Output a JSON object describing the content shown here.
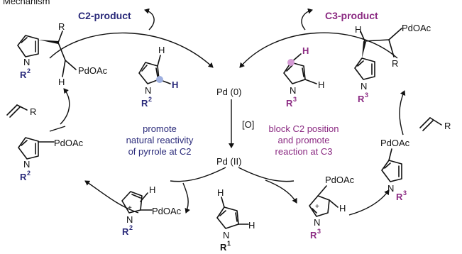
{
  "header_text": "Mechanism",
  "colors": {
    "navy": "#2a2a7a",
    "purple": "#8b2a82",
    "pink_dot": "#d49ad4",
    "blue_dot": "#9fb0e0",
    "ink": "#111111"
  },
  "labels": {
    "c2_product": "C2-product",
    "c3_product": "C3-product",
    "pd0": "Pd (0)",
    "pd2": "Pd (II)",
    "oxidant": "[O]",
    "pdoac": "PdOAc",
    "h": "H",
    "n": "N",
    "r": "R",
    "r1": "R",
    "r1_sup": "1",
    "r2": "R",
    "r2_sup": "2",
    "r3": "R",
    "r3_sup": "3",
    "plus": "+",
    "promote_line1": "promote",
    "promote_line2": "natural reactivity",
    "promote_line3": "of pyrrole at C2",
    "block_line1": "block C2 position",
    "block_line2": "and promote",
    "block_line3": "reaction at C3"
  }
}
